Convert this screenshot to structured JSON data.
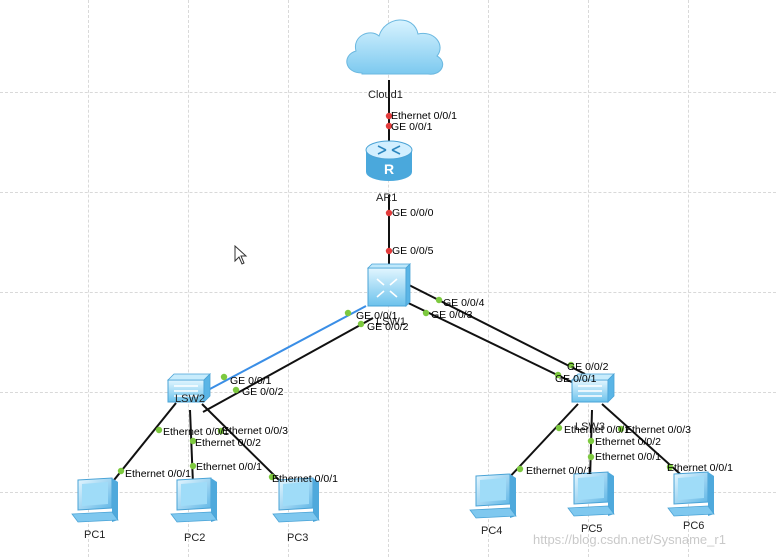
{
  "devices": {
    "cloud1": "Cloud1",
    "ar1": "AR1",
    "router_glyph": "R",
    "lsw1": "LSW1",
    "lsw2": "LSW2",
    "lsw3": "LSW3",
    "pc1": "PC1",
    "pc2": "PC2",
    "pc3": "PC3",
    "pc4": "PC4",
    "pc5": "PC5",
    "pc6": "PC6"
  },
  "ports": {
    "cloud_eth": "Ethernet 0/0/1",
    "ar1_up": "GE 0/0/1",
    "ar1_down": "GE 0/0/0",
    "lsw1_up": "GE 0/0/5",
    "lsw1_p1": "GE 0/0/1",
    "lsw1_p2": "GE 0/0/2",
    "lsw1_p3": "GE 0/0/3",
    "lsw1_p4": "GE 0/0/4",
    "lsw2_up1": "GE 0/0/1",
    "lsw2_up2": "GE 0/0/2",
    "lsw2_e1": "Ethernet 0/0/1",
    "lsw2_e2": "Ethernet 0/0/2",
    "lsw2_e3": "Ethernet 0/0/3",
    "pc1_eth": "Ethernet 0/0/1",
    "pc2_eth": "Ethernet 0/0/1",
    "pc3_eth": "Ethernet 0/0/1",
    "lsw3_up1": "GE 0/0/1",
    "lsw3_up2": "GE 0/0/2",
    "lsw3_e1": "Ethernet 0/0/1",
    "lsw3_e2": "Ethernet 0/0/2",
    "lsw3_e3": "Ethernet 0/0/3",
    "pc4_eth": "Ethernet 0/0/1",
    "pc5_eth": "Ethernet 0/0/1",
    "pc6_eth": "Ethernet 0/0/1"
  },
  "watermark": "https://blog.csdn.net/Sysname_r1",
  "colors": {
    "link": "#111111",
    "link_selected": "#3a8ee6",
    "port_down": "#e23b3b",
    "port_up": "#7dc93f",
    "device_fill": "#8fd3f2",
    "device_stroke": "#4aa3d6"
  }
}
